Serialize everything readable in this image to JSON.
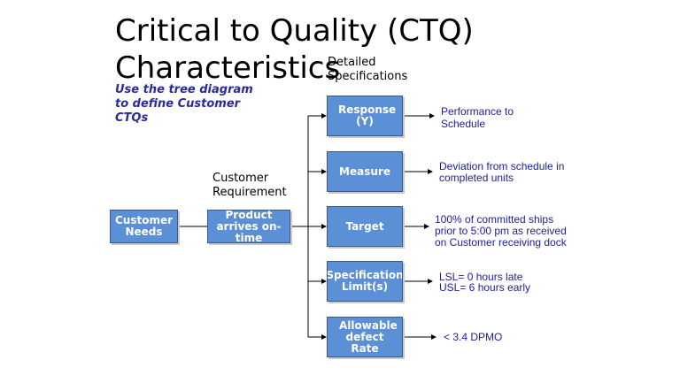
{
  "title": {
    "line1": "Critical to Quality (CTQ)",
    "line2": "Characteristics"
  },
  "subtitle": "Use the tree diagram to define Customer CTQs",
  "headers": {
    "specs": "Detailed Specifications",
    "requirement": "Customer Requirement"
  },
  "nodes": {
    "needs": "Customer Needs",
    "product": "Product arrives on-time",
    "response": "Response (Y)",
    "measure": "Measure",
    "target": "Target",
    "spec_limits": "Specification Limit(s)",
    "defect_rate": "Allowable defect Rate"
  },
  "specs": {
    "response": "Performance to Schedule",
    "measure_1": "Deviation from schedule in",
    "measure_2": "completed units",
    "target_1": "100% of committed ships",
    "target_2": "prior to 5:00 pm as received",
    "target_3": "on Customer receiving dock",
    "spec_1": "LSL= 0 hours late",
    "spec_2": "USL= 6 hours early",
    "defect": "< 3.4 DPMO"
  },
  "colors": {
    "box_fill": "#5b8fd6",
    "box_border": "#3a5a8c",
    "spec_text": "#20209a",
    "subtitle_text": "#2a2a9e"
  }
}
